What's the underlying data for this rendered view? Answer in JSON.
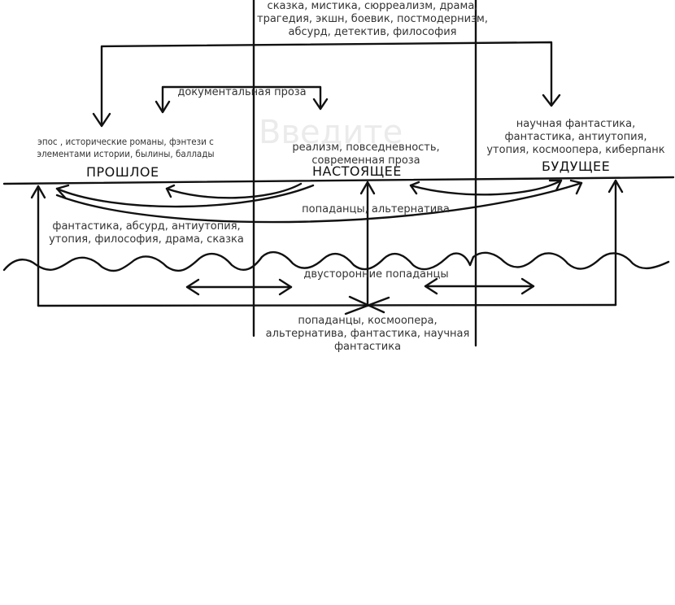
{
  "watermark": "Введите",
  "periods": {
    "past": "ПРОШЛОЕ",
    "present": "НАСТОЯЩЕЕ",
    "future": "БУДУЩЕЕ"
  },
  "labels": {
    "top_genres": [
      "сказка, мистика, сюрреализм, драма,",
      "трагедия, экшн, боевик, постмодернизм,",
      "абсурд, детектив, философия"
    ],
    "documentary": "документальная проза",
    "past_genres": [
      "эпос , исторические романы, фэнтези с",
      "элементами истории, былины, баллады"
    ],
    "present_genres": [
      "реализм, повседневность,",
      "современная проза"
    ],
    "future_genres": [
      "научная фантастика,",
      "фантастика, антиутопия,",
      "утопия, космоопера, киберпанк"
    ],
    "alternative": "попаданцы, альтернатива",
    "lower_left": [
      "фантастика, абсурд, антиутопия,",
      "утопия, философия, драма, сказка"
    ],
    "two_way": "двусторонние попаданцы",
    "bottom": [
      "попаданцы, космоопера,",
      "альтернатива, фантастика, научная",
      "фантастика"
    ]
  }
}
